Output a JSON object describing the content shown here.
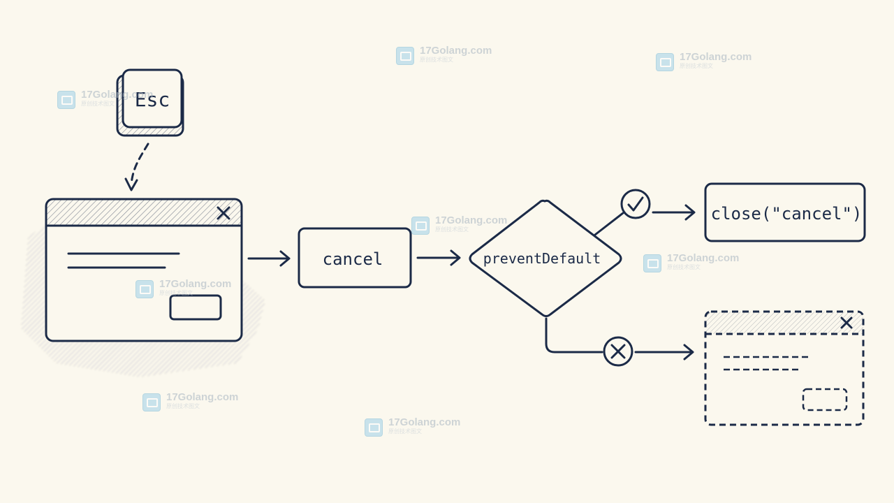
{
  "key": {
    "label": "Esc"
  },
  "nodes": {
    "cancel_event": "cancel",
    "decision": "preventDefault",
    "close_call": "close(\"cancel\")"
  },
  "watermark": {
    "text": "17Golang.com",
    "sub": "原创技术图文"
  },
  "colors": {
    "ink": "#1b2a47",
    "paper": "#fbf8ee",
    "watermark": "#a9b6c2"
  },
  "icons": {
    "yes": "check-circle-icon",
    "no": "x-circle-icon",
    "close": "close-icon",
    "key": "keyboard-key-icon"
  }
}
